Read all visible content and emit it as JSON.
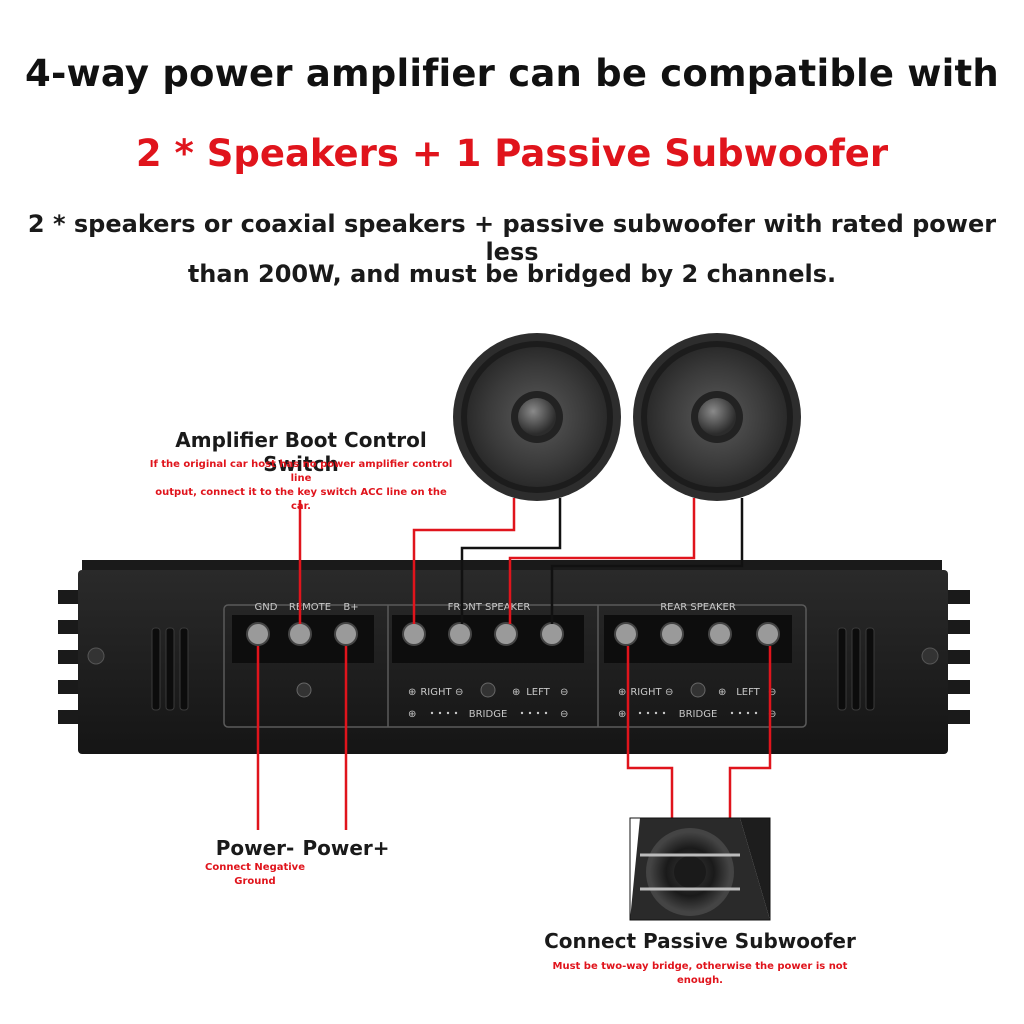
{
  "header": {
    "title": "4-way power amplifier can be compatible with",
    "subtitle": "2 * Speakers + 1 Passive Subwoofer",
    "description_line1": "2 * speakers or coaxial speakers + passive subwoofer with rated power less",
    "description_line2": "than 200W, and must be bridged by 2 channels."
  },
  "callouts": {
    "boot_switch": {
      "title": "Amplifier Boot Control Switch",
      "note_line1": "If the original car host has no power amplifier control line",
      "note_line2": "output, connect it to the key switch ACC line on the car."
    },
    "power_minus": {
      "title": "Power-",
      "note_line1": "Connect Negative",
      "note_line2": "Ground"
    },
    "power_plus": {
      "title": "Power+"
    },
    "subwoofer": {
      "title": "Connect Passive Subwoofer",
      "note_line1": "Must be two-way bridge, otherwise the power is not",
      "note_line2": "enough."
    }
  },
  "amplifier": {
    "power_terminals": [
      "GND",
      "REMOTE",
      "B+"
    ],
    "front_section": "FRONT SPEAKER",
    "rear_section": "REAR SPEAKER",
    "right_label": "RIGHT",
    "left_label": "LEFT",
    "bridge_label": "BRIDGE"
  },
  "colors": {
    "accent_red": "#e0141c",
    "wire_black": "#111111",
    "amp_body": "#1c1c1c",
    "panel_text": "#c8c8c8"
  },
  "icons": [
    "speaker-icon",
    "screw-terminal-icon",
    "subwoofer-box-icon"
  ]
}
